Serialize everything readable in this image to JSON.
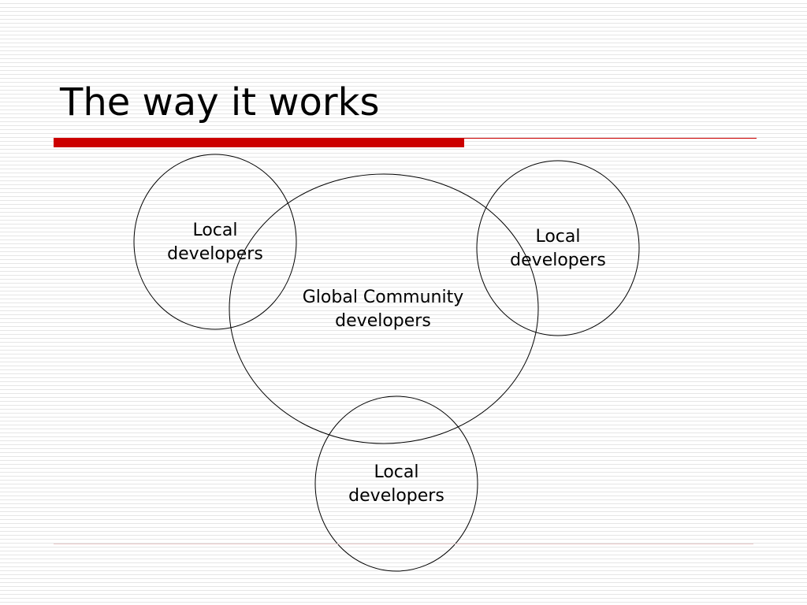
{
  "slide": {
    "title": "The way it works",
    "accent_color": "#cc0000",
    "footer_rule_color": "#e8c8c8"
  },
  "diagram": {
    "global": {
      "line1": "Global Community",
      "line2": "developers"
    },
    "local_top_left": {
      "line1": "Local",
      "line2": "developers"
    },
    "local_top_right": {
      "line1": "Local",
      "line2": "developers"
    },
    "local_bottom": {
      "line1": "Local",
      "line2": "developers"
    }
  }
}
